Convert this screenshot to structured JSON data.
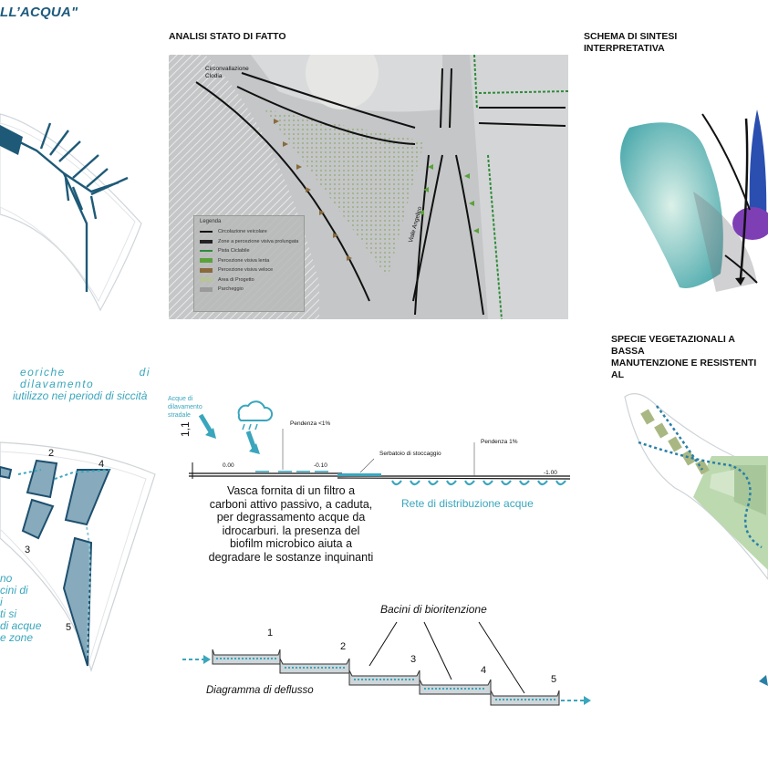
{
  "page_title": "LL’ACQUA\"",
  "analisi": {
    "heading": "ANALISI STATO DI FATTO",
    "street_circonvallazione": "Circonvallazione Clodia",
    "street_viale": "Viale Angelico",
    "legend": {
      "title": "Legenda",
      "items": [
        {
          "label": "Circolazione veicolare",
          "color": "#111111"
        },
        {
          "label": "Zone a percezione visiva prolungata",
          "color": "#222222"
        },
        {
          "label": "Pista Ciclabile",
          "color": "#2e8b3a"
        },
        {
          "label": "Percezione visiva lenta",
          "color": "#5aa13b"
        },
        {
          "label": "Percezione visiva veloce",
          "color": "#8a6a3c"
        },
        {
          "label": "Area di Progetto",
          "color": "#b8c39a"
        },
        {
          "label": "Parcheggio",
          "color": "#9a9a9a"
        }
      ]
    }
  },
  "schema": {
    "heading_line1": "SCHEMA DI SINTESI",
    "heading_line2": "INTERPRETATIVA"
  },
  "specie": {
    "heading_line1": "SPECIE VEGETAZIONALI A BASSA",
    "heading_line2": "MANUTENZIONE E RESISTENTI AL"
  },
  "left_text": {
    "line1": "eoriche di dilavamento",
    "line2": "iutilizzo nei periodi di siccità",
    "frag1": "no",
    "frag2": "cini di",
    "frag3": "i",
    "frag4": "ti si",
    "frag5": "di acque",
    "frag6": "e zone"
  },
  "basin_numbers": [
    "2",
    "4",
    "3",
    "5"
  ],
  "section": {
    "acque_label": "Acque di dilavamento stradale",
    "height_label": "1,1",
    "pendenza_left": "Pendenza <1%",
    "pendenza_right": "Pendenza 1%",
    "serbatoio": "Serbatoio di stoccaggio",
    "level_000": "0.00",
    "level_010": "-0.10",
    "level_100": "-1.00",
    "description": "Vasca fornita di un filtro a carboni attivo passivo, a caduta, per degrassamento acque da idrocarburi. la presenza del biofilm microbico aiuta a degradare le sostanze inquinanti",
    "rete": "Rete di distribuzione acque"
  },
  "deflusso": {
    "bacini_label": "Bacini di bioritenzione",
    "diagram_label": "Diagramma di deflusso",
    "steps": [
      "1",
      "2",
      "3",
      "4",
      "5"
    ]
  },
  "colors": {
    "title_blue": "#1c5a7d",
    "teal": "#3aa6bd",
    "dark_blue": "#1e5a78",
    "green_light": "#bcd9b0"
  }
}
